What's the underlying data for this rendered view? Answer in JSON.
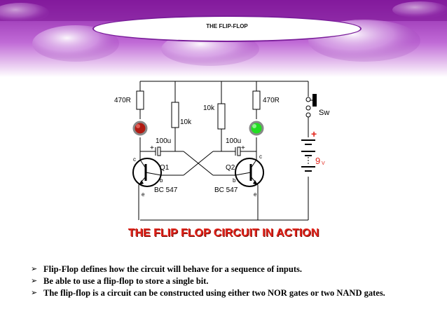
{
  "slide": {
    "title": "THE FLIP-FLOP"
  },
  "circuit": {
    "components": {
      "r1": "470R",
      "r2": "10k",
      "r3": "10k",
      "r4": "470R",
      "c1": "100u",
      "c2": "100u",
      "q1": "Q1",
      "q2": "Q2",
      "q1_type": "BC 547",
      "q2_type": "BC 547",
      "switch": "Sw",
      "battery": "9",
      "battery_unit": "V"
    },
    "pins": {
      "c": "c",
      "b": "b",
      "e": "e",
      "plus": "+"
    },
    "leds": {
      "left_color": "#b01a12",
      "right_color": "#22dd22"
    }
  },
  "caption": "THE FLIP FLOP CIRCUIT IN ACTION",
  "bullets": [
    "Flip-Flop defines  how the circuit will behave for a sequence of inputs.",
    "Be able to use a flip-flop to store a single bit.",
    "The flip-flop is a circuit can be constructed using either two NOR gates or two NAND gates."
  ],
  "colors": {
    "banner": "#8a1fa6",
    "caption": "#e2231a",
    "battery_label": "#e2231a"
  }
}
